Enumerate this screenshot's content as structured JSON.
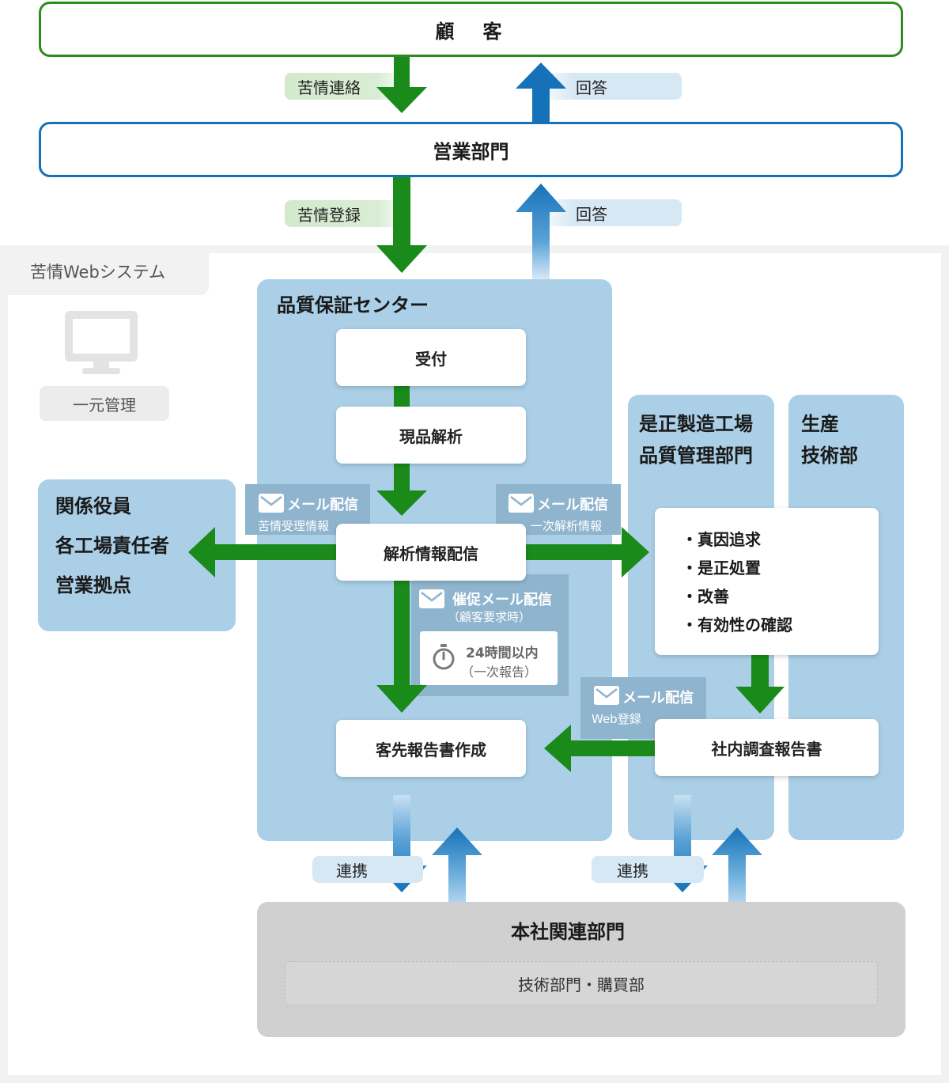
{
  "nodes": {
    "customer": "顧　客",
    "sales": "営業部門",
    "system_label": "苦情Webシステム",
    "unified": "一元管理",
    "qa_center": "品質保証センター",
    "reception": "受付",
    "analysis": "現品解析",
    "distribution": "解析情報配信",
    "client_report": "客先報告書作成",
    "officers": [
      "関係役員",
      "各工場責任者",
      "営業拠点"
    ],
    "factory_qc": [
      "是正製造工場",
      "品質管理部門"
    ],
    "production_tech": [
      "生産",
      "技術部"
    ],
    "actions": [
      "・真因追求",
      "・是正処置",
      "・改善",
      "・有効性の確認"
    ],
    "internal_report": "社内調査報告書",
    "headquarters": "本社関連部門",
    "hq_sub": "技術部門・購買部"
  },
  "flows": {
    "complaint_contact": "苦情連絡",
    "answer_1": "回答",
    "complaint_register": "苦情登録",
    "answer_2": "回答",
    "link_1": "連携",
    "link_2": "連携"
  },
  "mails": {
    "mail_left_title": "メール配信",
    "mail_left_sub": "苦情受理情報",
    "mail_right_title": "メール配信",
    "mail_right_sub": "一次解析情報",
    "mail_prompt_title": "催促メール配信",
    "mail_prompt_sub": "（顧客要求時）",
    "timer_title": "24時間以内",
    "timer_sub": "（一次報告）",
    "mail_web_title": "メール配信",
    "mail_web_sub": "Web登録"
  },
  "icons": {
    "monitor": "monitor-icon",
    "envelope": "envelope-icon",
    "stopwatch": "stopwatch-icon"
  },
  "colors": {
    "green": "#1a8a1a",
    "green_border": "#2e8b1e",
    "blue": "#1672b8",
    "panel_blue": "#aacfe6",
    "mail_panel": "#8fb4cd",
    "gray_panel": "#d0d0d0",
    "system_bg": "#f2f2f2"
  }
}
